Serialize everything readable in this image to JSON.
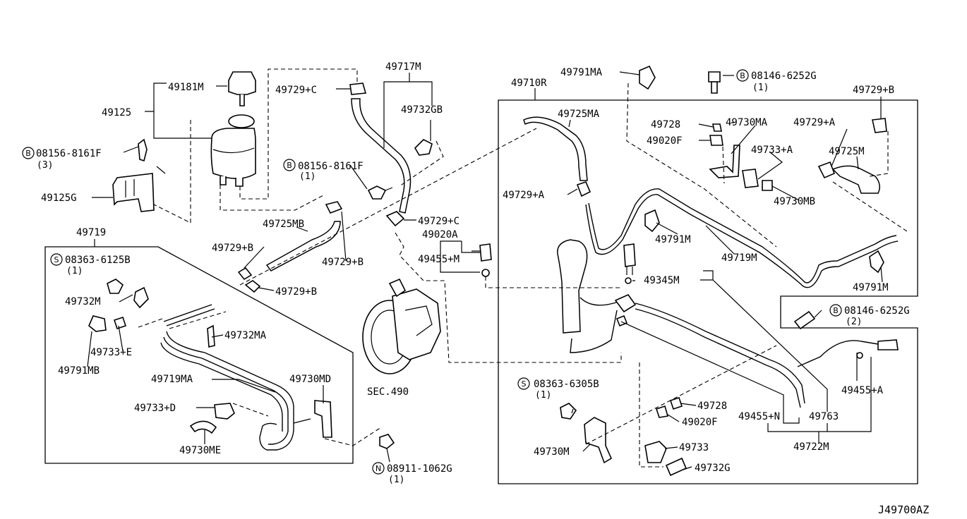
{
  "diagram_id": "J49700AZ",
  "callouts": {
    "p49181M": "49181M",
    "p49125": "49125",
    "p08156_8161F_a": "08156-8161F",
    "q3": "(3)",
    "p49125G": "49125G",
    "p49729C_a": "49729+C",
    "p49717M": "49717M",
    "p49732GB": "49732GB",
    "p08156_8161F_b": "08156-8161F",
    "q1_a": "(1)",
    "p49725MB": "49725MB",
    "p49729B_a": "49729+B",
    "p49729B_b": "49729+B",
    "p49729B_c": "49729+B",
    "p49729C_b": "49729+C",
    "p49020A": "49020A",
    "p49455M": "49455+M",
    "p49719": "49719",
    "p08363_6125B": "08363-6125B",
    "q1_b": "(1)",
    "p49732M": "49732M",
    "p49733E": "49733+E",
    "p49791MB": "49791MB",
    "p49732MA": "49732MA",
    "p49719MA": "49719MA",
    "p49730MD": "49730MD",
    "p49733D": "49733+D",
    "p49730ME": "49730ME",
    "sec490": "SEC.490",
    "p08911_1062G": "08911-1062G",
    "q1_c": "(1)",
    "p49791MA": "49791MA",
    "p49710R": "49710R",
    "p08146_6252G_a": "08146-6252G",
    "q1_d": "(1)",
    "p49729B_d": "49729+B",
    "p49725MA": "49725MA",
    "p49728_a": "49728",
    "p49730MA": "49730MA",
    "p49729A_a": "49729+A",
    "p49020F_a": "49020F",
    "p49733A": "49733+A",
    "p49725M": "49725M",
    "p49729A_b": "49729+A",
    "p49730MB": "49730MB",
    "p49791M_a": "49791M",
    "p49719M": "49719M",
    "p49345M": "49345M",
    "p49791M_b": "49791M",
    "p08146_6252G_b": "08146-6252G",
    "q2": "(2)",
    "p08363_6305B": "08363-6305B",
    "q1_e": "(1)",
    "p49728_b": "49728",
    "p49020F_b": "49020F",
    "p49455N": "49455+N",
    "p49763": "49763",
    "p49455A": "49455+A",
    "p49730M": "49730M",
    "p49733": "49733",
    "p49732G": "49732G",
    "p49722M": "49722M"
  },
  "badges": {
    "bolt": "B",
    "screw": "S",
    "nut": "N"
  }
}
